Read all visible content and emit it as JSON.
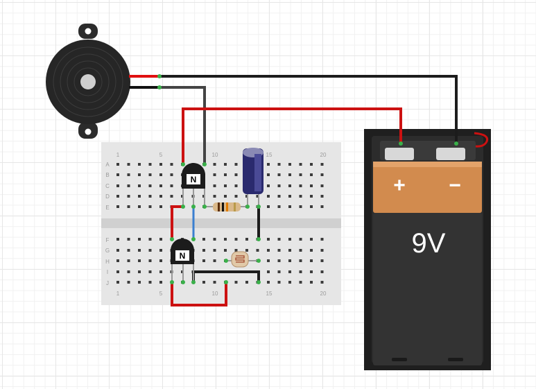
{
  "breadboard": {
    "column_labels_top": [
      "1",
      "5",
      "10",
      "15",
      "20"
    ],
    "column_labels_bottom": [
      "1",
      "5",
      "10",
      "15",
      "20"
    ],
    "row_labels_top": [
      "A",
      "B",
      "C",
      "D",
      "E"
    ],
    "row_labels_bottom": [
      "F",
      "G",
      "H",
      "I",
      "J"
    ]
  },
  "components": {
    "transistor_top_mark": "N",
    "transistor_bottom_mark": "N"
  },
  "battery": {
    "plus_label": "+",
    "minus_label": "−",
    "voltage_label": "9V"
  },
  "colors": {
    "wire_red": "#cc1111",
    "wire_black": "#1c1c1c",
    "wire_blue": "#3a7fd0",
    "wire_gray": "#444444",
    "breadboard": "#e6e6e6",
    "battery_copper": "#d28b4e",
    "battery_body": "#2f2f2f",
    "capacitor": "#2a2a6e",
    "pin_green": "#3ab04a"
  }
}
